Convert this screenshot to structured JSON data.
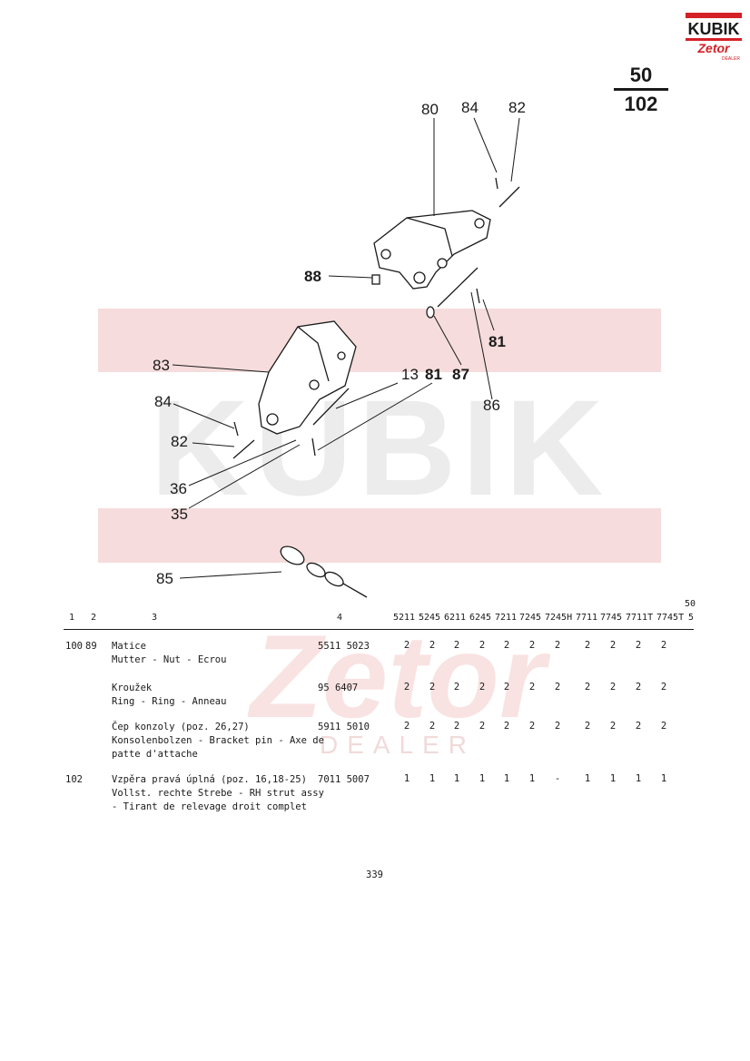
{
  "logo": {
    "brand": "KUBIK",
    "sub": "Zetor",
    "tag": "DEALER"
  },
  "page_ref": {
    "group": "50",
    "figure": "102"
  },
  "watermark": {
    "brand": "KUBIK",
    "sub": "Zetor",
    "tag": "DEALER"
  },
  "callouts": [
    "80",
    "84",
    "82",
    "88",
    "81",
    "83",
    "13",
    "81",
    "87",
    "84",
    "86",
    "82",
    "36",
    "35",
    "85"
  ],
  "table": {
    "col_labels": [
      "1",
      "2",
      "3",
      "4"
    ],
    "models": [
      "5211",
      "5245",
      "6211",
      "6245",
      "7211",
      "7245",
      "7245H",
      "7711",
      "7745",
      "7711T",
      "7745T"
    ],
    "group_top": "50",
    "group_bottom": "5",
    "rows": [
      {
        "pos": "100",
        "sub": "89",
        "lines": [
          "Matice",
          "Mutter - Nut - Ecrou"
        ],
        "part": "5511 5023",
        "qty": [
          "2",
          "2",
          "2",
          "2",
          "2",
          "2",
          "2",
          "2",
          "2",
          "2",
          "2"
        ]
      },
      {
        "pos": "",
        "sub": "",
        "lines": [
          "Kroužek",
          "Ring - Ring - Anneau"
        ],
        "part": "95 6407",
        "qty": [
          "2",
          "2",
          "2",
          "2",
          "2",
          "2",
          "2",
          "2",
          "2",
          "2",
          "2"
        ]
      },
      {
        "pos": "",
        "sub": "",
        "lines": [
          "Čep konzoly (poz. 26,27)",
          "Konsolenbolzen - Bracket pin - Axe de",
          "patte d'attache"
        ],
        "part": "5911 5010",
        "qty": [
          "2",
          "2",
          "2",
          "2",
          "2",
          "2",
          "2",
          "2",
          "2",
          "2",
          "2"
        ]
      },
      {
        "pos": "102",
        "sub": "",
        "lines": [
          "Vzpěra pravá úplná (poz. 16,18-25)",
          "Vollst. rechte Strebe - RH strut assy",
          "- Tirant de relevage droit complet"
        ],
        "part": "7011 5007",
        "qty": [
          "1",
          "1",
          "1",
          "1",
          "1",
          "1",
          "-",
          "1",
          "1",
          "1",
          "1"
        ]
      }
    ]
  },
  "page_number": "339"
}
